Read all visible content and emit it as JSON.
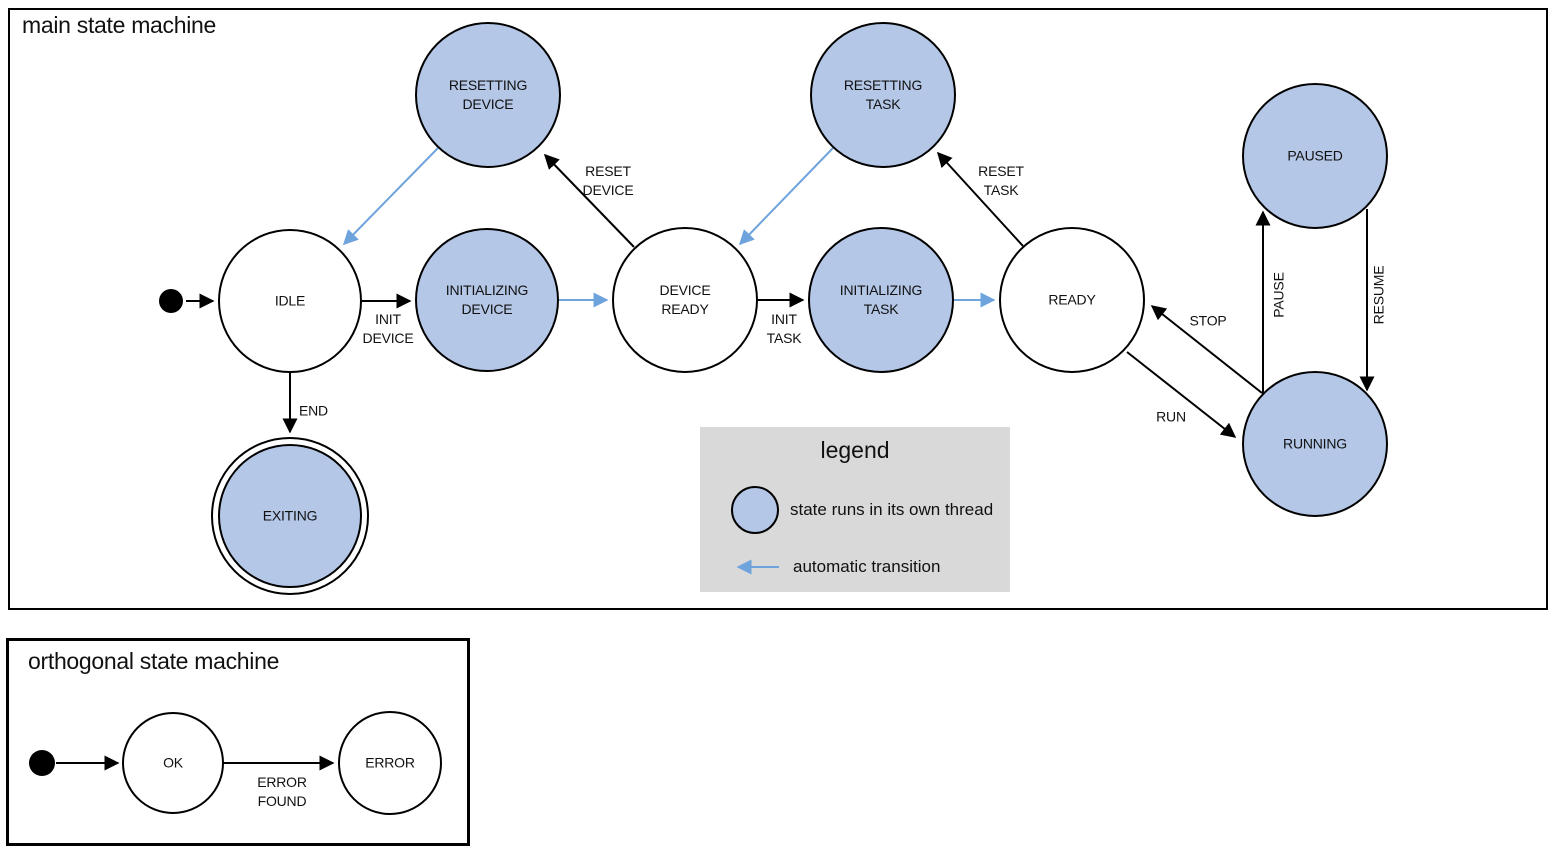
{
  "colors": {
    "state_thread_fill": "#b4c7e7",
    "auto_transition": "#6fa3dc",
    "legend_bg": "#d9d9d9",
    "stroke": "#000000"
  },
  "main_machine": {
    "title": "main state machine",
    "states": {
      "idle": "IDLE",
      "resetting_device": "RESETTING\nDEVICE",
      "initializing_device": "INITIALIZING\nDEVICE",
      "device_ready": "DEVICE\nREADY",
      "resetting_task": "RESETTING\nTASK",
      "initializing_task": "INITIALIZING\nTASK",
      "ready": "READY",
      "paused": "PAUSED",
      "running": "RUNNING",
      "exiting": "EXITING"
    },
    "transition_labels": {
      "init_device": "INIT\nDEVICE",
      "reset_device": "RESET\nDEVICE",
      "init_task": "INIT\nTASK",
      "reset_task": "RESET\nTASK",
      "end": "END",
      "stop": "STOP",
      "run": "RUN",
      "pause": "PAUSE",
      "resume": "RESUME"
    }
  },
  "legend": {
    "title": "legend",
    "items": {
      "thread": "state runs in its own thread",
      "auto": "automatic transition"
    }
  },
  "orthogonal_machine": {
    "title": "orthogonal state machine",
    "states": {
      "ok": "OK",
      "error": "ERROR"
    },
    "transition_labels": {
      "error_found": "ERROR\nFOUND"
    }
  }
}
